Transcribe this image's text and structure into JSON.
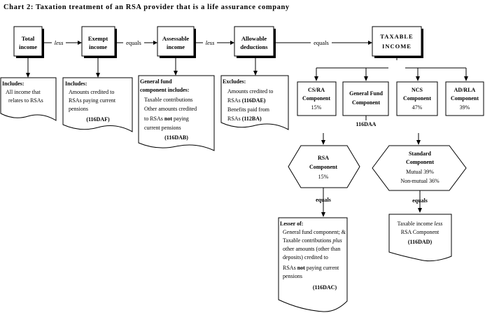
{
  "title": "Chart 2:  Taxation treatment of an RSA provider that is a life assurance company",
  "flow": {
    "total_income": [
      "Total",
      "income"
    ],
    "less_1": "less",
    "exempt_income": [
      "Exempt",
      "income"
    ],
    "equals_1": "equals",
    "assessable_income": [
      "Assessable",
      "income"
    ],
    "less_2": "less",
    "allowable_deductions": [
      "Allowable",
      "deductions"
    ],
    "equals_2": "equals",
    "taxable_income": [
      "TAXABLE",
      "INCOME"
    ]
  },
  "notes": {
    "total": {
      "heading": "Includes:",
      "lines": [
        "All income that",
        "relates to RSAs"
      ]
    },
    "exempt": {
      "heading": "Includes:",
      "lines": [
        "Amounts credited to",
        "RSAs paying current",
        "pensions"
      ],
      "ref": "(116DAF)"
    },
    "assessable": {
      "heading": [
        "General fund",
        "component includes:"
      ],
      "lines": [
        "Taxable contributions",
        "Other amounts credited",
        "to RSAs",
        "not",
        "paying",
        "current pensions"
      ],
      "ref": "(116DAB)"
    },
    "allowable": {
      "heading": "Excludes:",
      "lines": [
        "Amounts credited to",
        "RSAs",
        "(116DAE)",
        "Benefits paid from",
        "RSAs",
        "(112BA)"
      ]
    }
  },
  "components": {
    "csra": {
      "name": [
        "CS/RA",
        "Component"
      ],
      "rate": "15%"
    },
    "general_fund": {
      "name": [
        "General Fund",
        "Component"
      ],
      "ref": "116DAA"
    },
    "ncs": {
      "name": [
        "NCS",
        "Component"
      ],
      "rate": "47%"
    },
    "adrla": {
      "name": [
        "AD/RLA",
        "Component"
      ],
      "rate": "39%"
    }
  },
  "rsa_component": {
    "name": [
      "RSA",
      "Component"
    ],
    "rate": "15%"
  },
  "standard_component": {
    "name": [
      "Standard",
      "Component"
    ],
    "lines": [
      "Mutual  39%",
      "Non-mutual  36%"
    ]
  },
  "equals_3": "equals",
  "equals_4": "equals",
  "lesser_of": {
    "heading": "Lesser of:",
    "lines": [
      "General fund component; &",
      "Taxable contributions",
      "plus",
      "other amounts (other than",
      "deposits) credited to",
      "RSAs",
      "not",
      "paying current",
      "pensions"
    ],
    "ref": "(116DAC)"
  },
  "taxable_less": {
    "line1a": "Taxable income",
    "line1b": "less",
    "line2": "RSA Component",
    "ref": "(116DAD)"
  }
}
